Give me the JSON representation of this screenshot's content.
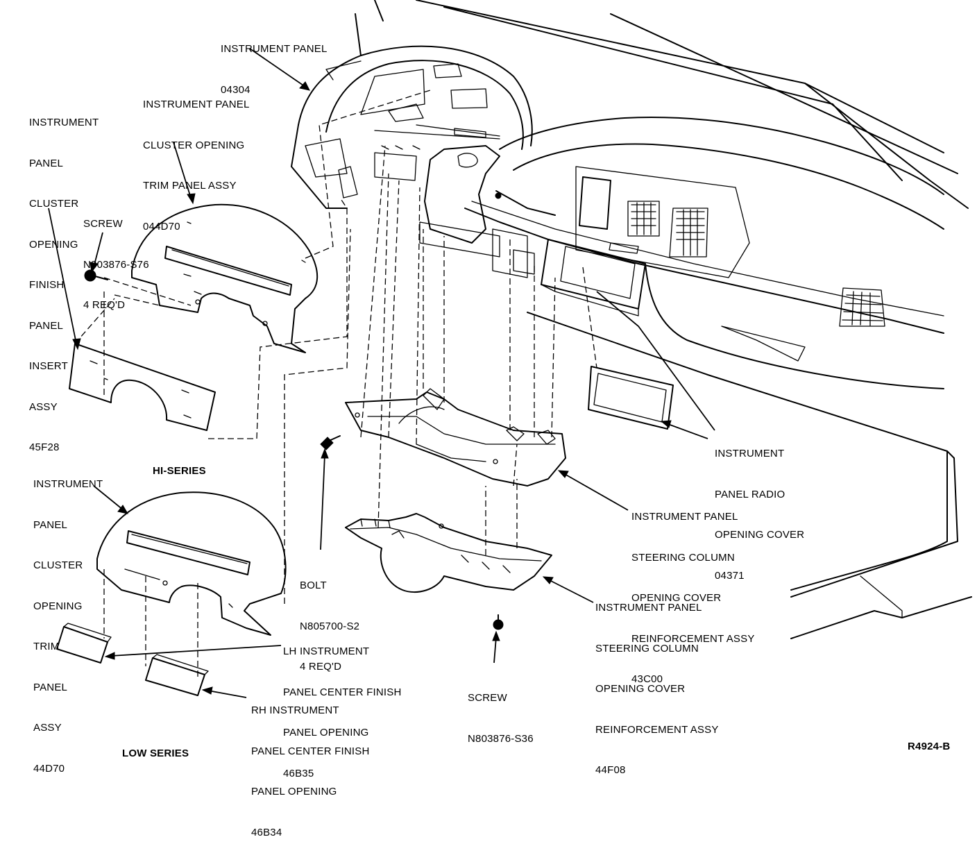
{
  "labels": {
    "instrument_panel": [
      "INSTRUMENT PANEL",
      "04304"
    ],
    "cluster_trim_panel_hi": [
      "INSTRUMENT PANEL",
      "CLUSTER OPENING",
      "TRIM PANEL ASSY",
      "044D70"
    ],
    "finish_panel_insert": [
      "INSTRUMENT",
      "PANEL",
      "CLUSTER",
      "OPENING",
      "FINISH",
      "PANEL",
      "INSERT",
      "ASSY",
      "45F28"
    ],
    "screw_top": [
      "SCREW",
      "N803876-S76",
      "4 REQ'D"
    ],
    "hi_series": "HI-SERIES",
    "cluster_trim_panel_low": [
      "INSTRUMENT",
      "PANEL",
      "CLUSTER",
      "OPENING",
      "TRIM",
      "PANEL",
      "ASSY",
      "44D70"
    ],
    "radio_cover": [
      "INSTRUMENT",
      "PANEL RADIO",
      "OPENING COVER",
      "04371"
    ],
    "steering_cover_43c00": [
      "INSTRUMENT PANEL",
      "STEERING COLUMN",
      "OPENING COVER",
      "REINFORCEMENT ASSY",
      "43C00"
    ],
    "bolt": [
      "BOLT",
      "N805700-S2",
      "4 REQ'D"
    ],
    "steering_cover_44f08": [
      "INSTRUMENT PANEL",
      "STEERING COLUMN",
      "OPENING COVER",
      "REINFORCEMENT ASSY",
      "44F08"
    ],
    "lh_finish_panel": [
      "LH INSTRUMENT",
      "PANEL CENTER FINISH",
      "PANEL OPENING",
      "46B35"
    ],
    "screw_bottom": [
      "SCREW",
      "N803876-S36"
    ],
    "rh_finish_panel": [
      "RH INSTRUMENT",
      "PANEL CENTER FINISH",
      "PANEL OPENING",
      "46B34"
    ],
    "low_series": "LOW SERIES",
    "figure_code": "R4924-B"
  }
}
